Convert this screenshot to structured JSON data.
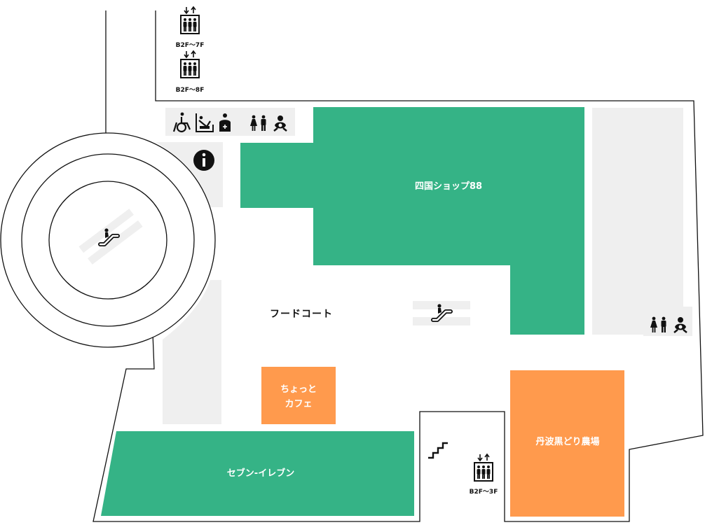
{
  "colors": {
    "shop_green": "#35b386",
    "shop_orange": "#ff9a4d",
    "corridor_gray": "#efefef",
    "line": "#111111"
  },
  "shops": {
    "shikoku": "四国ショップ88",
    "seven": "セブン-イレブン",
    "cafe_line1": "ちょっと",
    "cafe_line2": "カフェ",
    "tamba": "丹波黒どり農場"
  },
  "areas": {
    "food_court": "フードコート"
  },
  "elevators": {
    "top1": "B2F〜7F",
    "top2": "B2F〜8F",
    "bottom": "B2F〜3F"
  },
  "icons": {
    "escalator": "escalator-icon",
    "elevator": "elevator-icon",
    "stairs": "stairs-icon",
    "info": "info-icon",
    "wheelchair": "wheelchair-icon",
    "baby": "baby-changing-icon",
    "ostomate": "ostomate-icon",
    "restroom": "restroom-icon",
    "nursing": "nursing-room-icon"
  }
}
